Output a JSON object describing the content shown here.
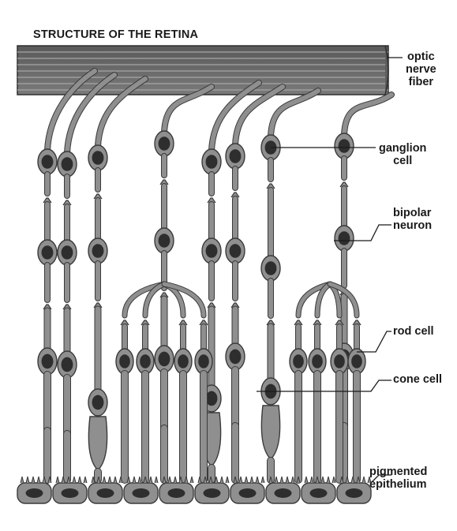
{
  "diagram": {
    "title": "STRUCTURE OF THE RETINA",
    "labels": {
      "optic_nerve_fiber": [
        "optic",
        "nerve",
        "fiber"
      ],
      "ganglion_cell": [
        "ganglion",
        "cell"
      ],
      "bipolar_neuron": [
        "bipolar",
        "neuron"
      ],
      "rod_cell": [
        "rod cell"
      ],
      "cone_cell": [
        "cone cell"
      ],
      "pigmented_epithelium": [
        "pigmented",
        "epithelium"
      ]
    },
    "colors": {
      "cell_fill": "#8f8f8f",
      "cell_stroke": "#3a3a3a",
      "nucleus": "#2e2e2e",
      "nerve_band": "#6e6e6e",
      "label_text": "#1a1a1a",
      "background": "#ffffff"
    }
  }
}
